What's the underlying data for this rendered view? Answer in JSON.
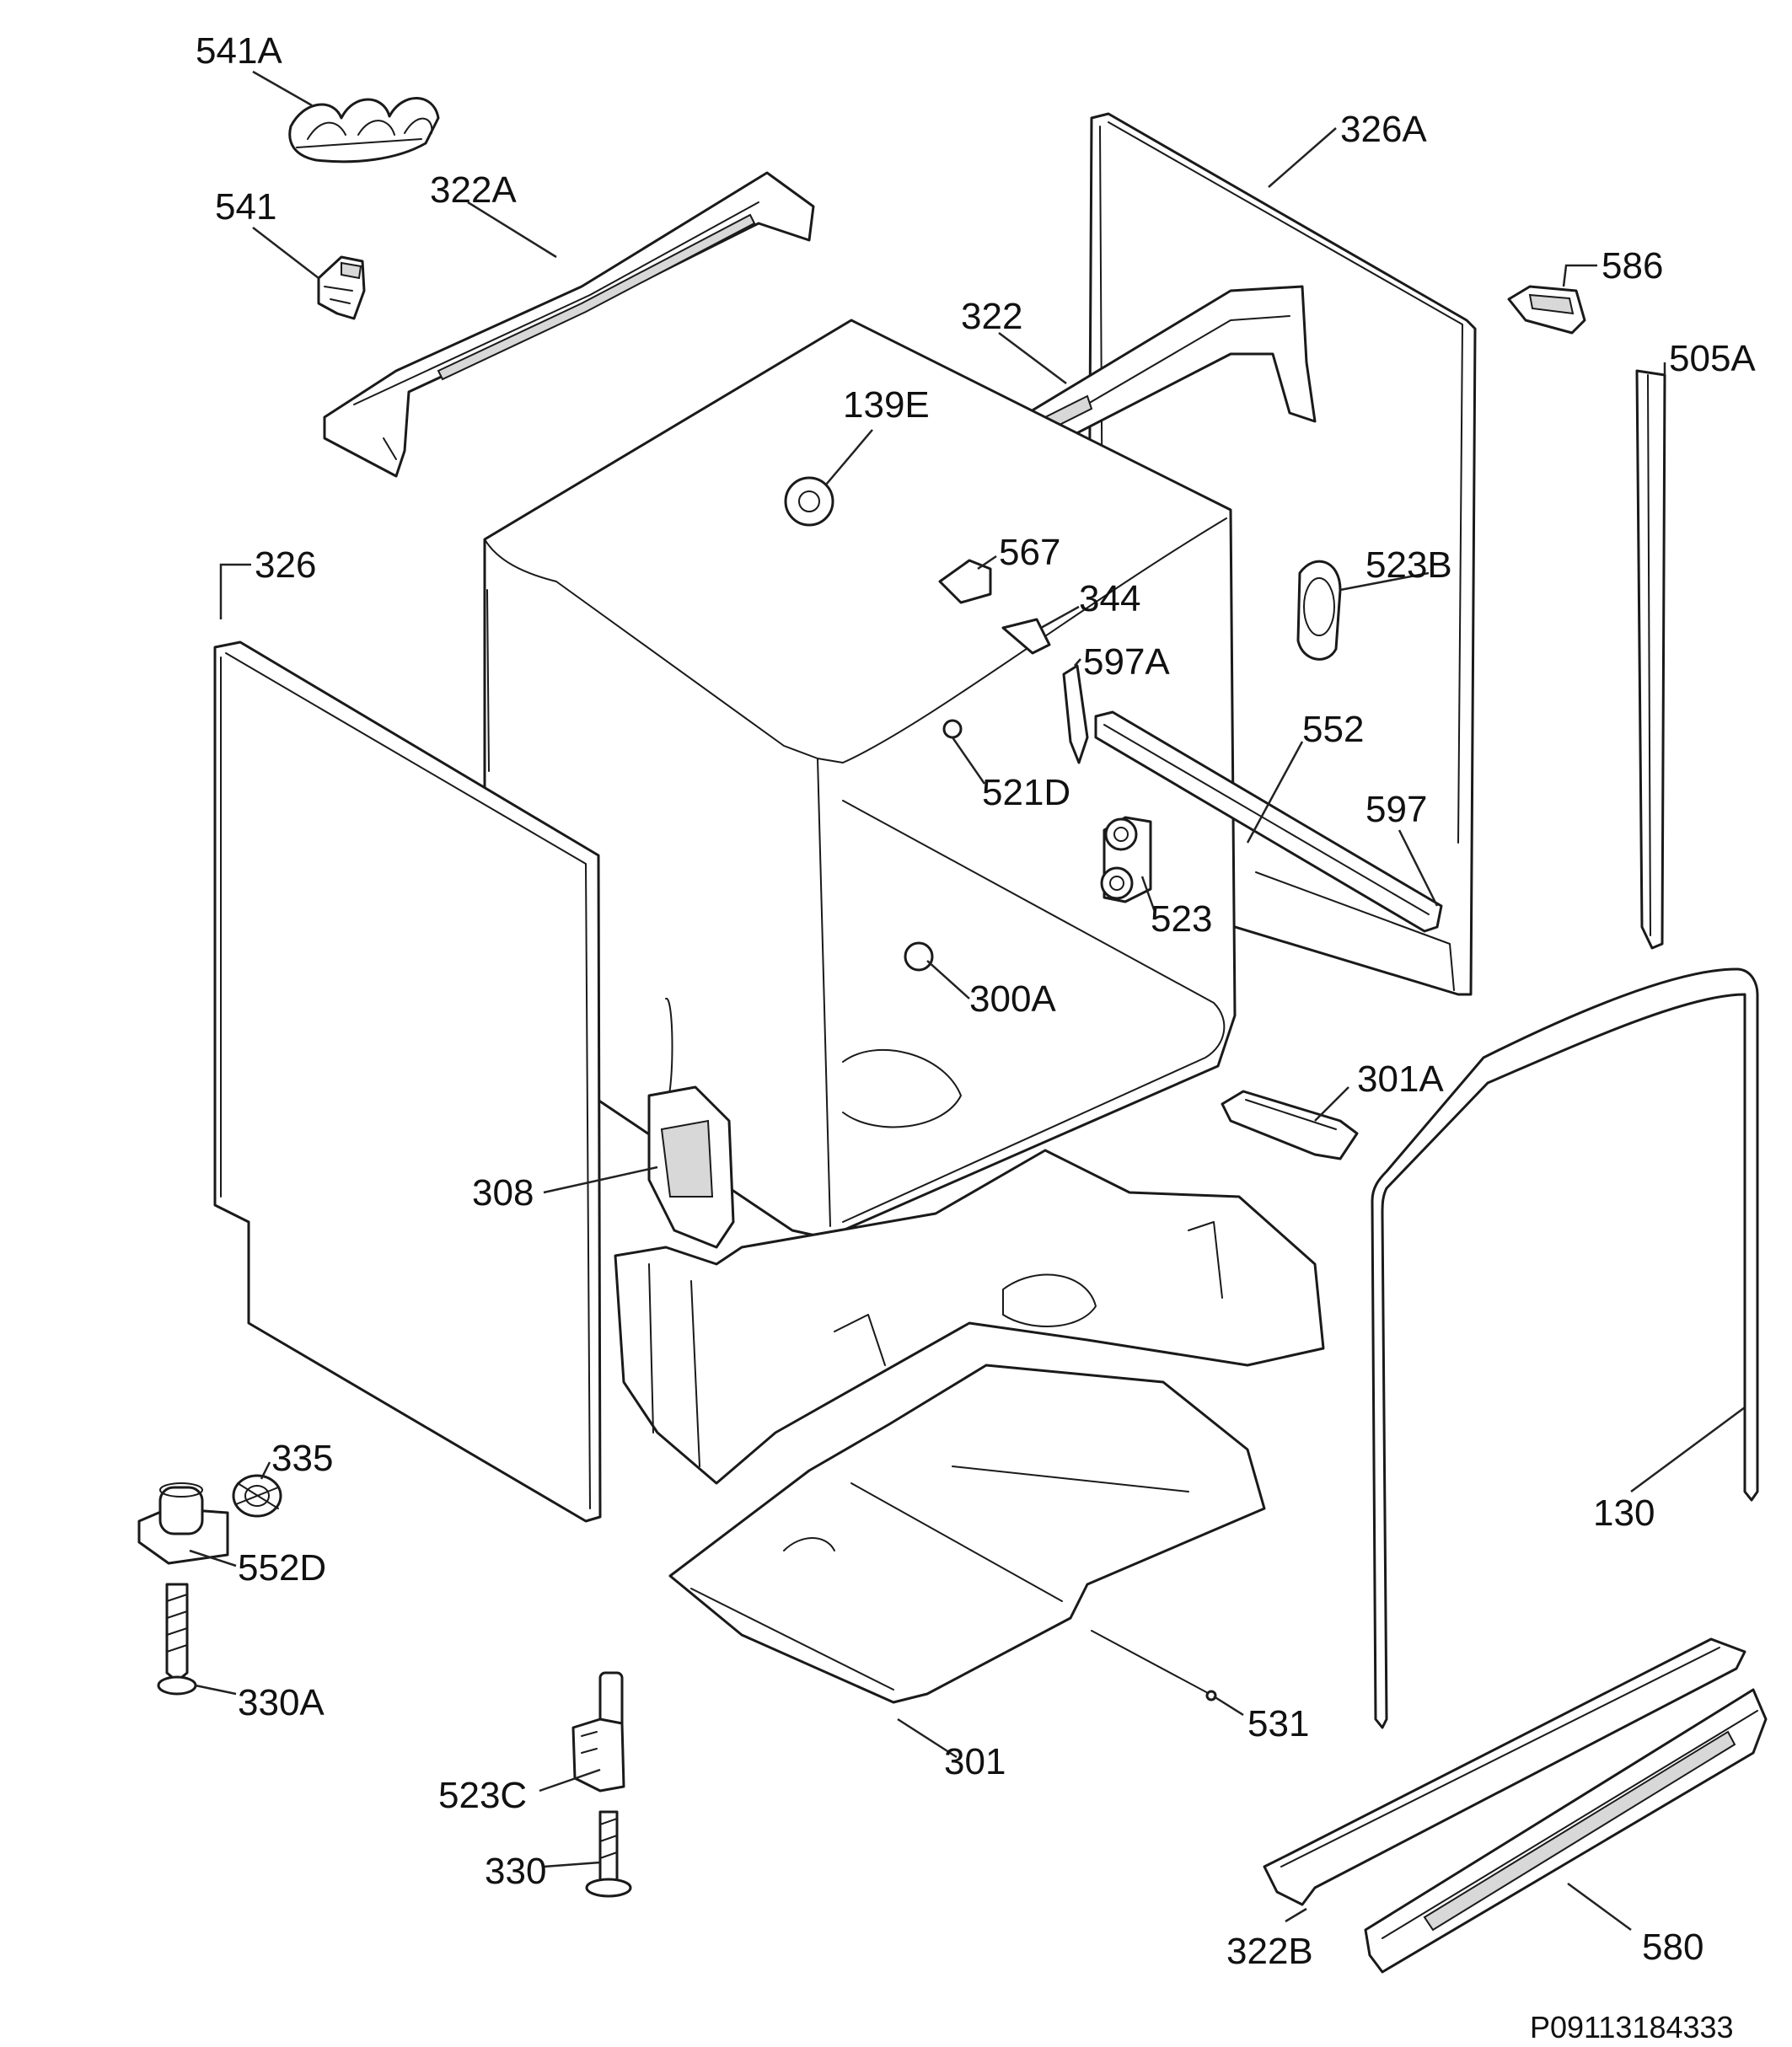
{
  "diagram": {
    "reference_code": "P09113184333",
    "callouts": {
      "c541A": "541A",
      "c541": "541",
      "c322A": "322A",
      "c326A": "326A",
      "c586": "586",
      "c322": "322",
      "c505A": "505A",
      "c139E": "139E",
      "c326": "326",
      "c567": "567",
      "c523B": "523B",
      "c344": "344",
      "c597A": "597A",
      "c552": "552",
      "c521D": "521D",
      "c597": "597",
      "c523": "523",
      "c300A": "300A",
      "c301A": "301A",
      "c308": "308",
      "c335": "335",
      "c552D": "552D",
      "c330A": "330A",
      "c130": "130",
      "c531": "531",
      "c301": "301",
      "c523C": "523C",
      "c330": "330",
      "c322B": "322B",
      "c580": "580"
    }
  }
}
